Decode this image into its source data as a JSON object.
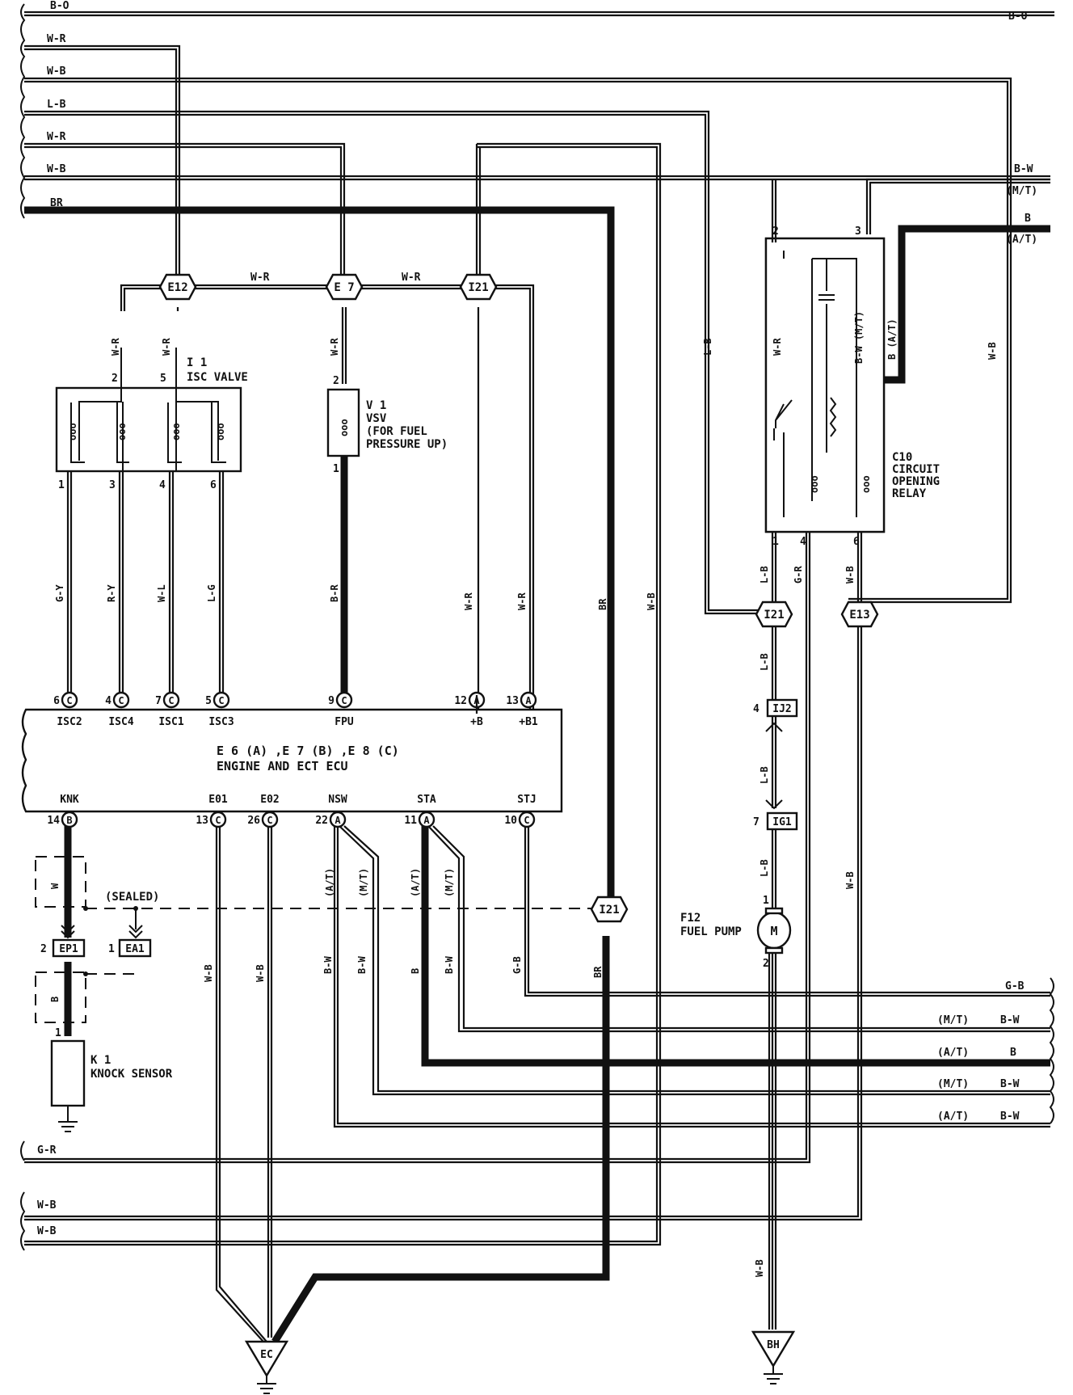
{
  "wire_labels": {
    "top_bo_left": "B-O",
    "top_bo_right": "B-O",
    "top_wr": "W-R",
    "top_wb": "W-B",
    "top_lb": "L-B",
    "top_wr2": "W-R",
    "top_wb2": "W-B",
    "top_br": "BR",
    "right_bw": "B-W",
    "right_mt": "(M/T)",
    "right_b": "B",
    "right_at": "(A/T)",
    "jc_wr_1": "W-R",
    "jc_wr_2": "W-R",
    "v_wr_a": "W-R",
    "v_wr_b": "W-R",
    "v_wr_c": "W-R",
    "v_lb": "L-B",
    "v_wr_relay": "W-R",
    "v_bw_mt": "B-W (M/T)",
    "v_b_at": "B (A/T)",
    "v_wb_right": "W-B",
    "v_gy": "G-Y",
    "v_ry": "R-Y",
    "v_wl": "W-L",
    "v_lg": "L-G",
    "v_br_fpu": "B-R",
    "v_wr_b1": "W-R",
    "v_wr_b2": "W-R",
    "v_br_main": "BR",
    "v_wb_main": "W-B",
    "v_lb_r1": "L-B",
    "v_gr_r4": "G-R",
    "v_wb_r6": "W-B",
    "v_lb_2": "L-B",
    "v_wb_3": "W-B",
    "v_lb_3": "L-B",
    "v_lb_4": "L-B",
    "v_w_knk": "W",
    "v_b_knk": "B",
    "v_at1": "(A/T)",
    "v_mt1": "(M/T)",
    "v_at2": "(A/T)",
    "v_mt2": "(M/T)",
    "v_wb_e01": "W-B",
    "v_wb_e02": "W-B",
    "v_bw_1": "B-W",
    "v_bw_2": "B-W",
    "v_b_sta": "B",
    "v_bw_sta": "B-W",
    "v_gb_stj": "G-B",
    "v_br_low": "BR",
    "v_wb_bh": "W-B",
    "r_gb": "G-B",
    "r_mt1": "(M/T)",
    "r_bw1": "B-W",
    "r_at1": "(A/T)",
    "r_b1": "B",
    "r_mt2": "(M/T)",
    "r_bw2": "B-W",
    "r_at2": "(A/T)",
    "r_bw3": "B-W",
    "b_gr": "G-R",
    "b_wb1": "W-B",
    "b_wb2": "W-B"
  },
  "connectors": {
    "e12": "E12",
    "e7": "E 7",
    "i21_a": "I21",
    "i21_b": "I21",
    "e13": "E13",
    "i21_c": "I21",
    "ij2": "IJ2",
    "ij2_pin": "4",
    "ig1": "IG1",
    "ig1_pin": "7",
    "ep1": "EP1",
    "ep1_pin": "2",
    "ea1": "EA1",
    "ea1_pin": "1",
    "ec": "EC",
    "bh": "BH"
  },
  "components": {
    "isc_id": "I 1",
    "isc_name": "ISC VALVE",
    "vsv_id": "V 1",
    "vsv_name": "VSV",
    "vsv_sub1": "(FOR FUEL",
    "vsv_sub2": "PRESSURE UP)",
    "relay_id": "C10",
    "relay_1": "CIRCUIT",
    "relay_2": "OPENING",
    "relay_3": "RELAY",
    "pump_id": "F12",
    "pump_name": "FUEL PUMP",
    "pump_symbol": "M",
    "knock_id": "K 1",
    "knock_name": "KNOCK SENSOR",
    "sealed": "(SEALED)"
  },
  "ecu": {
    "line1": "E 6 (A) ,E 7 (B) ,E 8 (C)",
    "line2": "ENGINE AND ECT ECU",
    "top_pins": [
      {
        "num": "6",
        "conn": "C",
        "name": "ISC2"
      },
      {
        "num": "4",
        "conn": "C",
        "name": "ISC4"
      },
      {
        "num": "7",
        "conn": "C",
        "name": "ISC1"
      },
      {
        "num": "5",
        "conn": "C",
        "name": "ISC3"
      },
      {
        "num": "9",
        "conn": "C",
        "name": "FPU"
      },
      {
        "num": "12",
        "conn": "A",
        "name": "+B"
      },
      {
        "num": "13",
        "conn": "A",
        "name": "+B1"
      }
    ],
    "bottom_pins": [
      {
        "num": "14",
        "conn": "B",
        "name": "KNK"
      },
      {
        "num": "13",
        "conn": "C",
        "name": "E01"
      },
      {
        "num": "26",
        "conn": "C",
        "name": "E02"
      },
      {
        "num": "22",
        "conn": "A",
        "name": "NSW"
      },
      {
        "num": "11",
        "conn": "A",
        "name": "STA"
      },
      {
        "num": "10",
        "conn": "C",
        "name": "STJ"
      }
    ]
  },
  "pins": {
    "isc_2": "2",
    "isc_5": "5",
    "isc_1": "1",
    "isc_3": "3",
    "isc_4": "4",
    "isc_6": "6",
    "vsv_2": "2",
    "vsv_1": "1",
    "relay_2": "2",
    "relay_3": "3",
    "relay_1": "1",
    "relay_4": "4",
    "relay_6": "6",
    "pump_1": "1",
    "pump_2": "2",
    "knk_1": "1"
  }
}
